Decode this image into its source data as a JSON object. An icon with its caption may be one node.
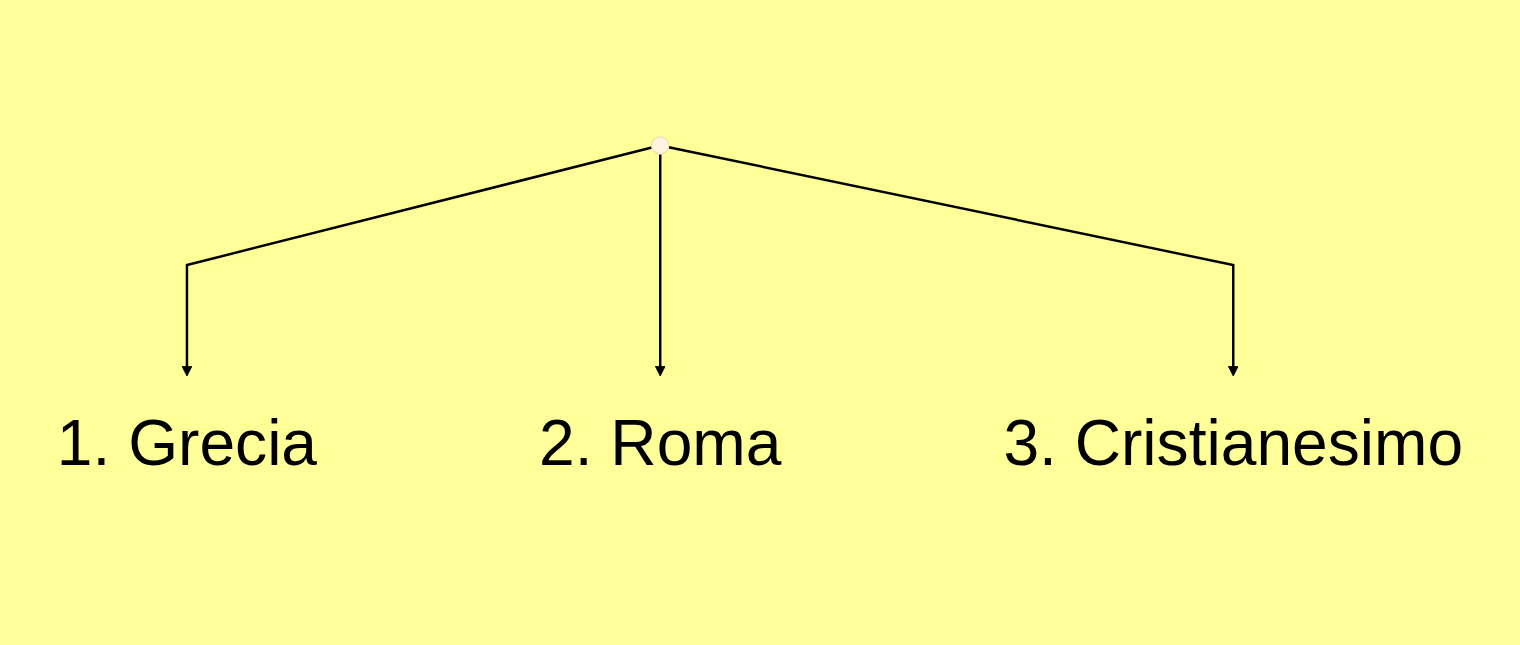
{
  "diagram": {
    "nodes": [
      {
        "text": [
          "1. Grecia"
        ]
      },
      {
        "text": [
          "2. Roma"
        ]
      },
      {
        "text": [
          "3. Cristianesimo"
        ]
      }
    ],
    "edges": [
      {
        "from": null,
        "to": 0,
        "arrow": "to"
      },
      {
        "from": null,
        "to": 1,
        "arrow": "to"
      },
      {
        "from": null,
        "to": 2,
        "arrow": "to"
      }
    ]
  }
}
